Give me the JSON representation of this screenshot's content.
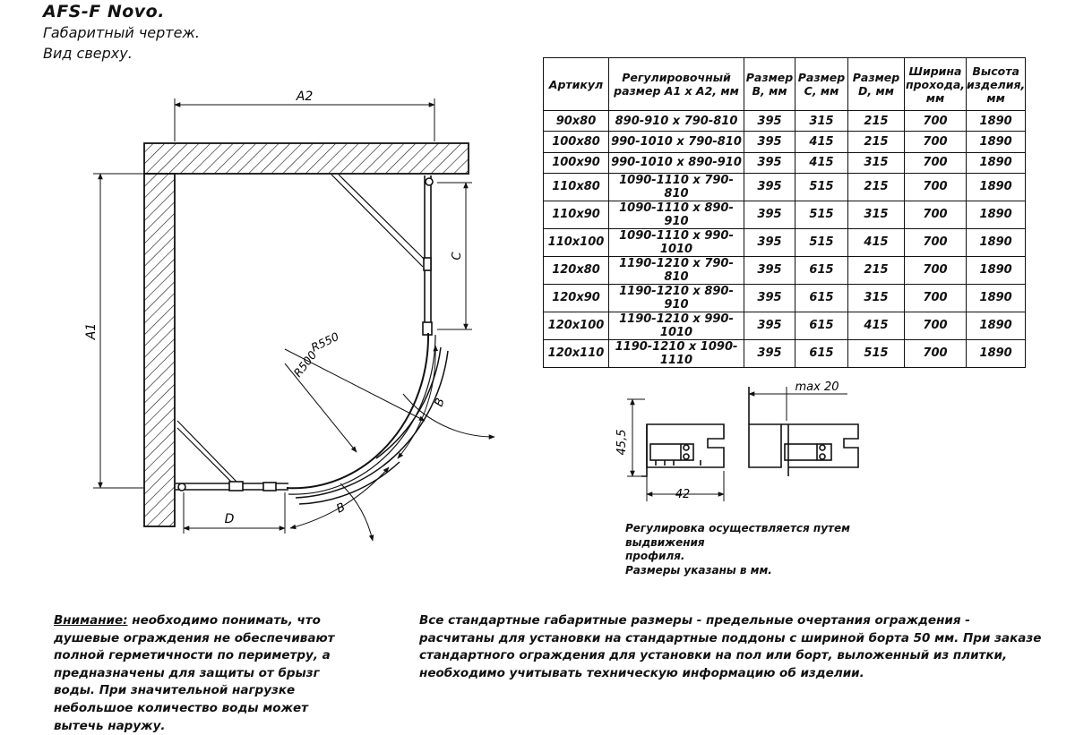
{
  "header": {
    "title": "AFS-F Novo.",
    "subtitle": "Габаритный чертеж.",
    "view": "Вид сверху."
  },
  "table": {
    "headers": [
      "Артикул",
      "Регулировочный размер A1 x A2, мм",
      "Размер B, мм",
      "Размер C, мм",
      "Размер D, мм",
      "Ширина прохода, мм",
      "Высота изделия, мм"
    ],
    "rows": [
      [
        "90x80",
        "890-910 x 790-810",
        "395",
        "315",
        "215",
        "700",
        "1890"
      ],
      [
        "100x80",
        "990-1010 x 790-810",
        "395",
        "415",
        "215",
        "700",
        "1890"
      ],
      [
        "100x90",
        "990-1010 x 890-910",
        "395",
        "415",
        "315",
        "700",
        "1890"
      ],
      [
        "110x80",
        "1090-1110 x 790-810",
        "395",
        "515",
        "215",
        "700",
        "1890"
      ],
      [
        "110x90",
        "1090-1110 x 890-910",
        "395",
        "515",
        "315",
        "700",
        "1890"
      ],
      [
        "110x100",
        "1090-1110 x 990-1010",
        "395",
        "515",
        "415",
        "700",
        "1890"
      ],
      [
        "120x80",
        "1190-1210 x 790-810",
        "395",
        "615",
        "215",
        "700",
        "1890"
      ],
      [
        "120x90",
        "1190-1210 x 890-910",
        "395",
        "615",
        "315",
        "700",
        "1890"
      ],
      [
        "120x100",
        "1190-1210 x 990-1010",
        "395",
        "615",
        "415",
        "700",
        "1890"
      ],
      [
        "120x110",
        "1190-1210 x 1090-1110",
        "395",
        "615",
        "515",
        "700",
        "1890"
      ]
    ]
  },
  "drawing": {
    "dim_a1": "A1",
    "dim_a2": "A2",
    "dim_c": "C",
    "dim_d": "D",
    "dim_b": "B",
    "r550": "R550",
    "r500": "R500",
    "profile_height": "45,5",
    "profile_width": "42",
    "max_offset": "max 20"
  },
  "notes": {
    "adjust_line1": "Регулировка осуществляется путем выдвижения",
    "adjust_line2": "профиля.",
    "units": "Размеры указаны в мм."
  },
  "warning": {
    "label": "Внимание:",
    "text": " необходимо понимать, что душевые ограждения не обеспечивают полной герметичности по периметру, а предназначены для защиты от брызг воды. При значительной нагрузке небольшое количество воды может вытечь наружу."
  },
  "standard_text": "Все стандартные габаритные размеры - предельные очертания ограждения - расчитаны для установки на стандартные поддоны с шириной борта 50 мм. При заказе стандартного ограждения для установки на пол или борт, выложенный из плитки, необходимо учитывать техническую информацию об изделии.",
  "colors": {
    "line": "#111111",
    "background": "#ffffff"
  }
}
